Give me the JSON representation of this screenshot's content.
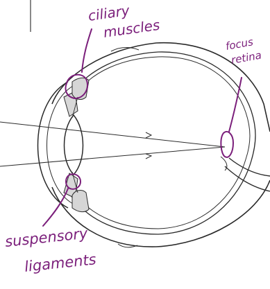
{
  "colors": {
    "line": "#2a2a2a",
    "annotation": "#7b1f7b",
    "background": "#ffffff"
  },
  "labels": {
    "ciliary_line1": "ciliary",
    "ciliary_line2": "muscles",
    "focus_line1": "focus",
    "focus_line2": "retina",
    "suspensory_line1": "suspensory",
    "suspensory_line2": "ligaments"
  },
  "rays": {
    "count": 2,
    "arrow_icon": "arrow-right-icon"
  }
}
